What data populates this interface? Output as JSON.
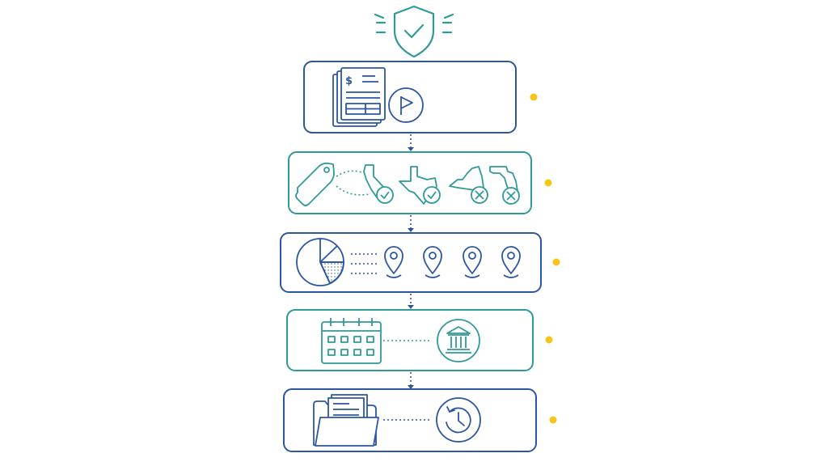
{
  "colors": {
    "blue": "#2c55a4",
    "teal": "#2f9a9a",
    "dot": "#f5c518",
    "background": "#ffffff"
  },
  "header": {
    "icon": "shield-check-icon"
  },
  "steps": [
    {
      "id": "step-1",
      "color": "blue",
      "icons": [
        "invoice-document-icon",
        "flag-circle-icon"
      ]
    },
    {
      "id": "step-2",
      "color": "teal",
      "icons": [
        "price-tag-icon",
        "state-california-check-icon",
        "state-texas-check-icon",
        "state-new-york-x-icon",
        "state-florida-x-icon"
      ]
    },
    {
      "id": "step-3",
      "color": "blue",
      "icons": [
        "pie-chart-icon",
        "location-pin-icon",
        "location-pin-icon",
        "location-pin-icon",
        "location-pin-icon"
      ]
    },
    {
      "id": "step-4",
      "color": "teal",
      "icons": [
        "calendar-icon",
        "bank-circle-icon"
      ]
    },
    {
      "id": "step-5",
      "color": "blue",
      "icons": [
        "folder-documents-icon",
        "clock-history-icon"
      ]
    }
  ]
}
